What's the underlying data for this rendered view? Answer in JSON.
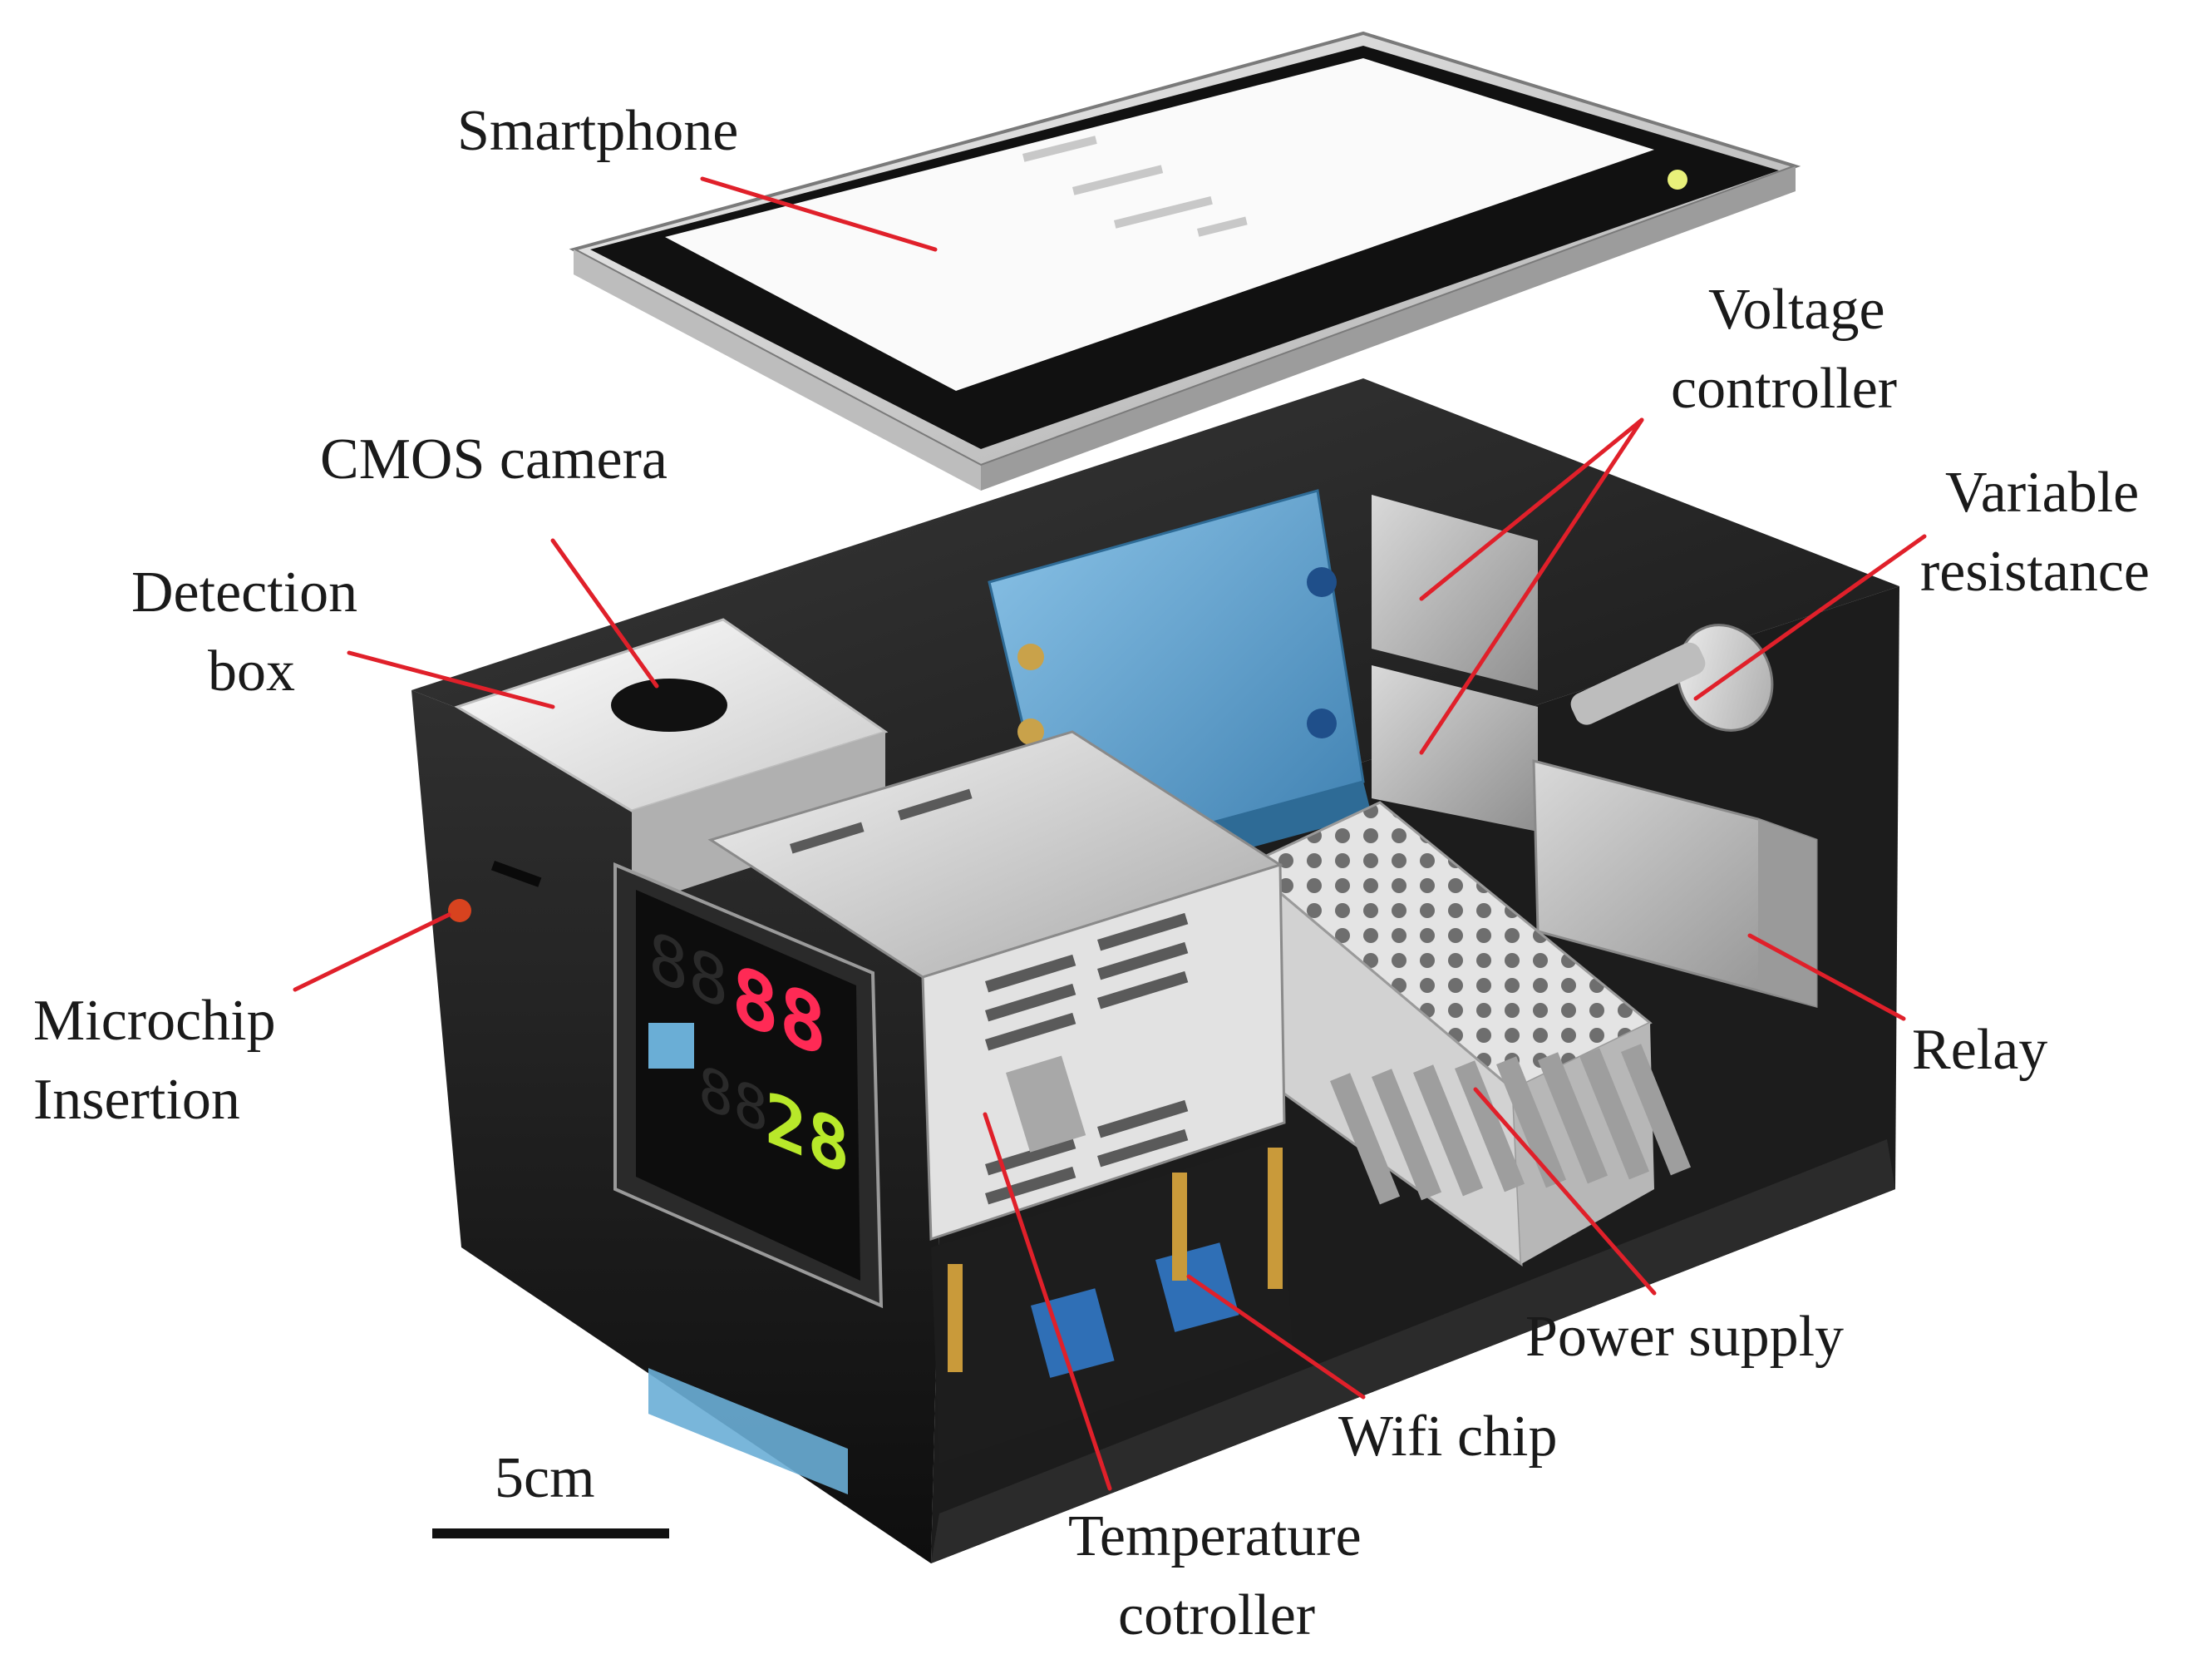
{
  "labels": {
    "smartphone": "Smartphone",
    "voltage_controller_1": "Voltage",
    "voltage_controller_2": "controller",
    "cmos_camera": "CMOS  camera",
    "variable_resistance_1": "Variable",
    "variable_resistance_2": "resistance",
    "detection_box_1": "Detection",
    "detection_box_2": "box",
    "microchip_insertion_1": "Microchip",
    "microchip_insertion_2": "Insertion",
    "relay": "Relay",
    "power_supply": "Power  supply",
    "wifi_chip": "Wifi  chip",
    "temperature_controller_1": "Temperature",
    "temperature_controller_2": "cotroller",
    "scale_bar": "5cm"
  },
  "display": {
    "top_left": "88",
    "top_right": "88",
    "bottom_left": "88",
    "bottom_right": "28"
  },
  "colors": {
    "leader_lines": "#e0202a",
    "enclosure": "#262626",
    "led_red": "#ff2a55",
    "led_green": "#b8e82a",
    "panel_blue": "#6aaed6"
  }
}
